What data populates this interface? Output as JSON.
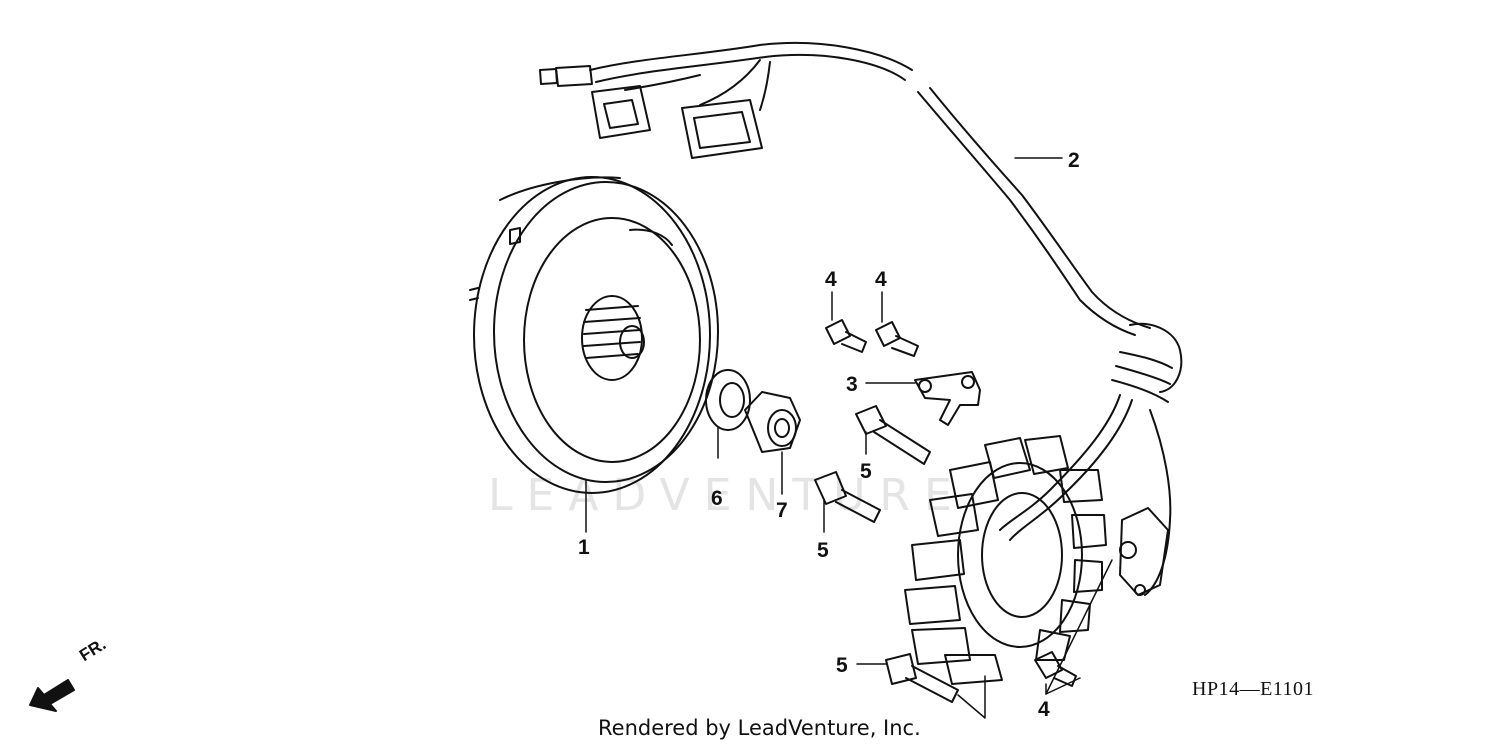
{
  "diagram": {
    "code": "HP14—E1101",
    "credit": "Rendered by LeadVenture, Inc.",
    "watermark": "LEADVENTURE",
    "direction_label": "FR.",
    "callouts": [
      {
        "id": "c1",
        "text": "1"
      },
      {
        "id": "c2",
        "text": "2"
      },
      {
        "id": "c3",
        "text": "3"
      },
      {
        "id": "c4a",
        "text": "4"
      },
      {
        "id": "c4b",
        "text": "4"
      },
      {
        "id": "c4c",
        "text": "4"
      },
      {
        "id": "c5a",
        "text": "5"
      },
      {
        "id": "c5b",
        "text": "5"
      },
      {
        "id": "c5c",
        "text": "5"
      },
      {
        "id": "c6",
        "text": "6"
      },
      {
        "id": "c7",
        "text": "7"
      }
    ]
  }
}
